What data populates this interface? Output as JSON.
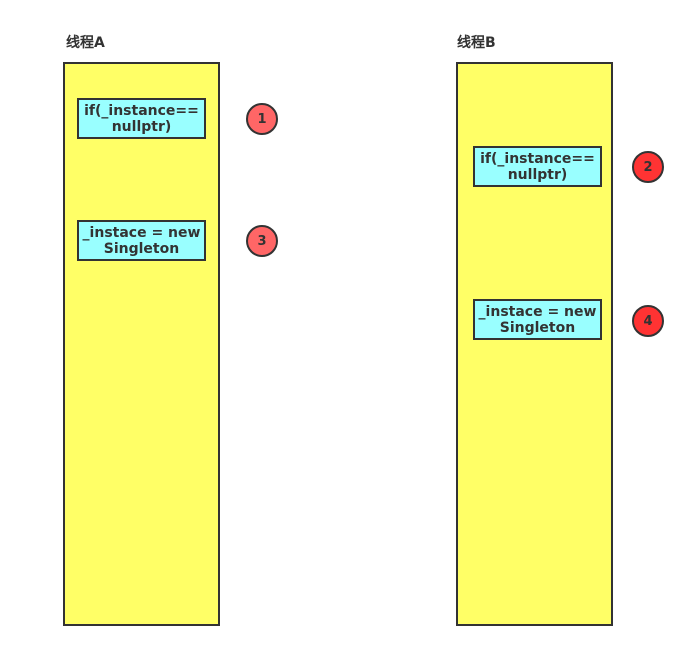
{
  "threads": {
    "a": {
      "title": "线程A",
      "steps": [
        {
          "line1": "if(_instance==",
          "line2": "nullptr)",
          "order": "1"
        },
        {
          "line1": "_instace = new",
          "line2": "Singleton",
          "order": "3"
        }
      ]
    },
    "b": {
      "title": "线程B",
      "steps": [
        {
          "line1": "if(_instance==",
          "line2": "nullptr)",
          "order": "2"
        },
        {
          "line1": "_instace = new",
          "line2": "Singleton",
          "order": "4"
        }
      ]
    }
  },
  "colors": {
    "lane_fill": "#ffff66",
    "box_fill": "#99ffff",
    "badge_light": "#ff6666",
    "badge_dark": "#ff3333",
    "stroke": "#333333"
  }
}
